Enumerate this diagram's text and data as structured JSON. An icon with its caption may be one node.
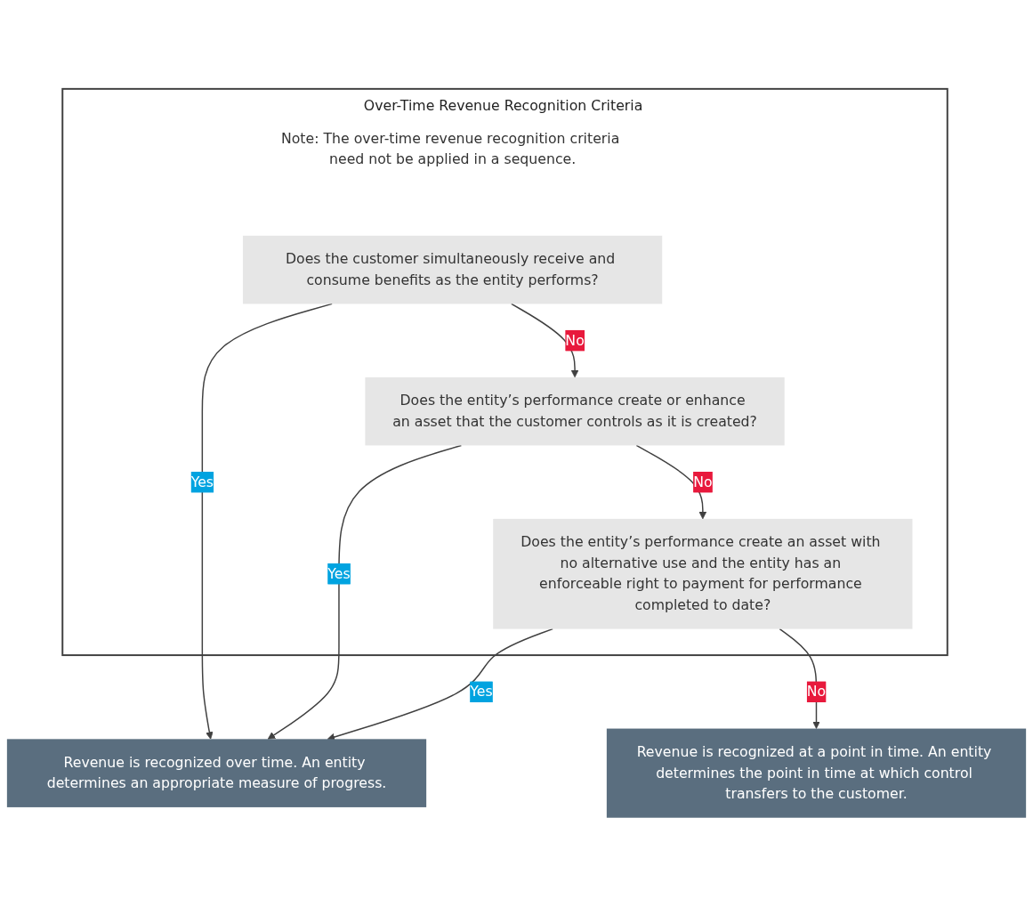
{
  "diagram": {
    "nodes": [
      {
        "text": [
          "Over-Time Revenue Recognition Criteria"
        ]
      },
      {
        "text": [
          "Note: The over-time revenue recognition criteria need not be applied in a sequence."
        ],
        "in": 0
      },
      {
        "text": [
          "Does the customer simultaneously receive and consume benefits as the entity performs?"
        ],
        "in": 0
      },
      {
        "text": [
          "Does the entity’s performance create or enhance an asset that the customer controls as it is created?"
        ],
        "in": 0
      },
      {
        "text": [
          "Does the entity’s performance create an asset with no alternative use and the entity has an enforceable right to payment for performance completed to date?"
        ],
        "in": 0
      },
      {
        "text": [
          "Revenue is recognized over time. An entity determines an appropriate measure of progress."
        ]
      },
      {
        "text": [
          "Revenue is recognized at a point in time. An entity determines the point in time at which control transfers to the customer."
        ]
      }
    ],
    "edges": [
      {
        "from": 2,
        "to": 5,
        "arrow": "to",
        "label": "Yes"
      },
      {
        "from": 2,
        "to": 3,
        "arrow": "to",
        "label": "No"
      },
      {
        "from": 3,
        "to": 5,
        "arrow": "to",
        "label": "Yes"
      },
      {
        "from": 3,
        "to": 4,
        "arrow": "to",
        "label": "No"
      },
      {
        "from": 4,
        "to": 5,
        "arrow": "to",
        "label": "Yes"
      },
      {
        "from": 4,
        "to": 6,
        "arrow": "to",
        "label": "No"
      }
    ]
  }
}
